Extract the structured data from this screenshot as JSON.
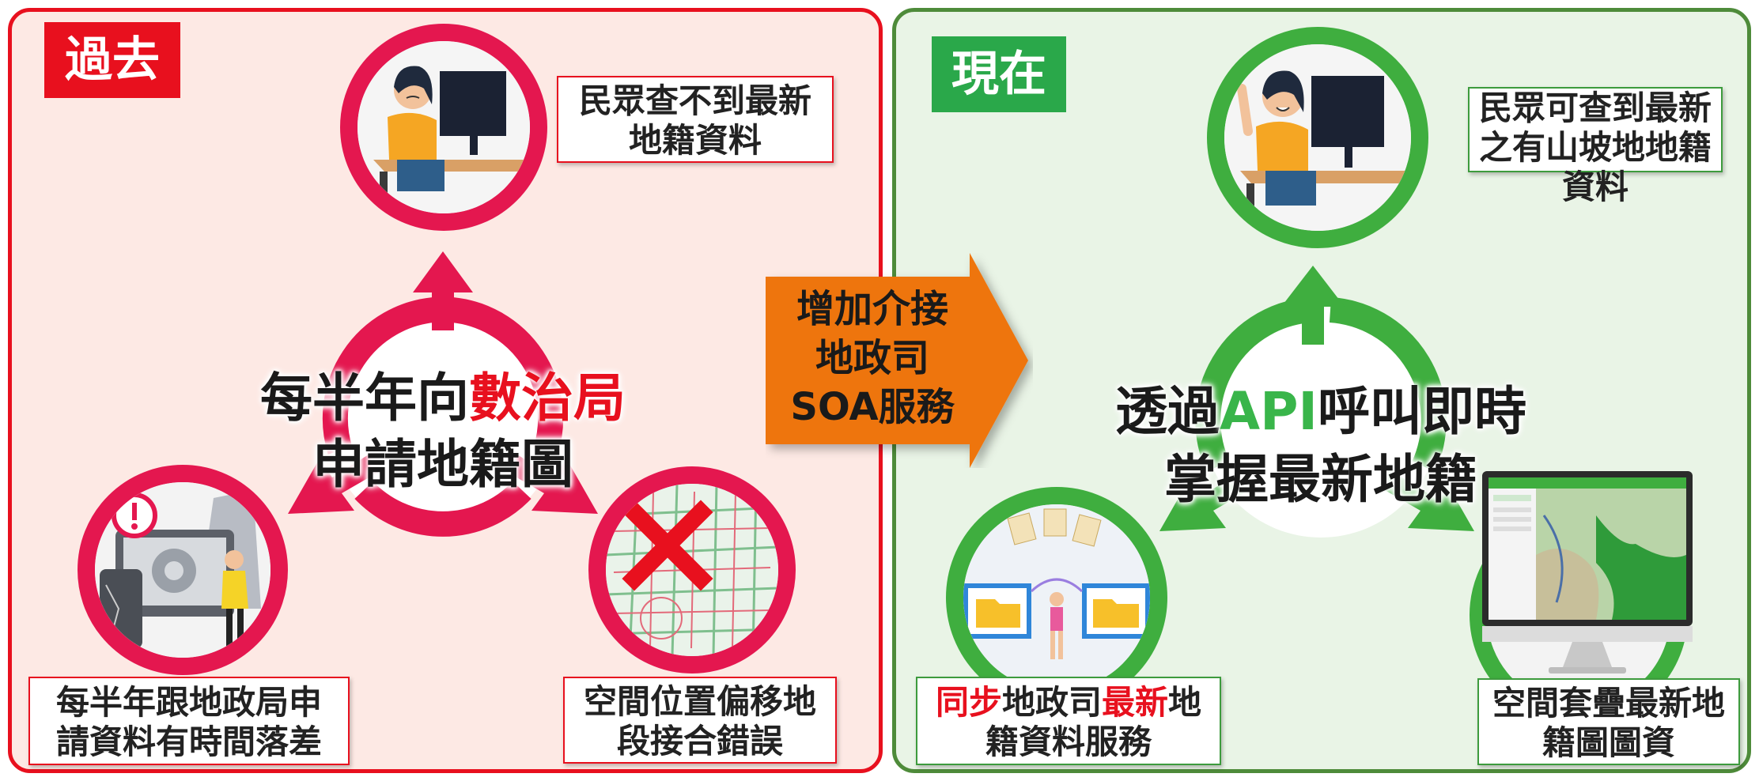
{
  "colors": {
    "past_border": "#e8101e",
    "past_bg": "#fde9e4",
    "past_accent": "#e4174f",
    "now_border": "#4e8b3a",
    "now_bg": "#e9f4e6",
    "now_accent": "#3fae3f",
    "arrow": "#ee7410"
  },
  "past": {
    "tag": "過去",
    "center": {
      "line1_a": "每半年向",
      "line1_b": "數治局",
      "line2": "申請地籍圖"
    },
    "top_callout": {
      "line1": "民眾查不到最新",
      "line2": "地籍資料"
    },
    "left_callout": {
      "line1": "每半年跟地政局申",
      "line2": "請資料有時間落差"
    },
    "right_callout": {
      "line1": "空間位置偏移地",
      "line2": "段接合錯誤"
    },
    "icons": [
      "worried-user-at-computer-icon",
      "broken-system-warning-icon",
      "misaligned-cadastral-map-icon"
    ]
  },
  "transition": {
    "line1": "增加介接",
    "line2": "地政司",
    "line3": "SOA服務"
  },
  "now": {
    "tag": "現在",
    "center": {
      "line1_a": "透過",
      "line1_b": "API",
      "line1_c": "呼叫即時",
      "line2": "掌握最新地籍"
    },
    "top_callout": {
      "line1": "民眾可查到最新",
      "line2": "之有山坡地地籍",
      "line3": "資料"
    },
    "left_callout": {
      "p1": "同步",
      "p2": "地政司",
      "p3": "最新",
      "p4": "地",
      "line2": "籍資料服務"
    },
    "right_callout": {
      "line1": "空間套疊最新地",
      "line2": "籍圖圖資"
    },
    "icons": [
      "happy-user-at-computer-icon",
      "file-sync-icon",
      "map-monitor-icon"
    ]
  }
}
